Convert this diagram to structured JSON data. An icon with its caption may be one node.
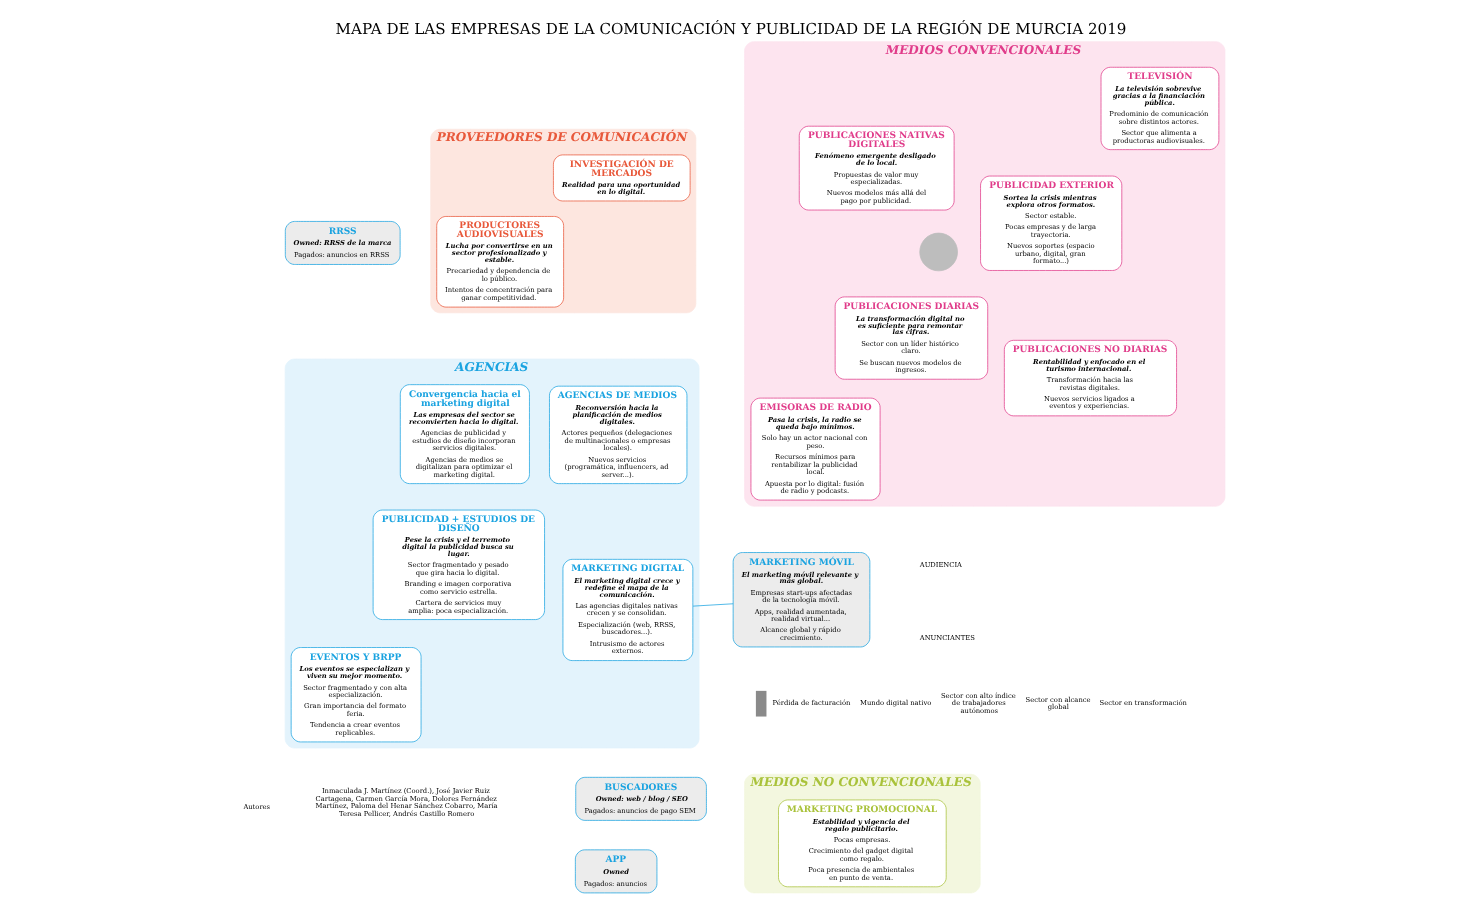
{
  "diagram": {
    "title": "MAPA DE LAS EMPRESAS DE LA COMUNICACIÓN Y PUBLICIDAD DE LA REGIÓN DE MURCIA 2019",
    "nodes": [
      {
        "text": [
          "MEDIOS CONVENCIONALES"
        ]
      },
      {
        "text": [
          "PUBLICACIONES DIARIAS",
          "La transformación digital no es suficiente para remontar las cifras.",
          "Sector con un líder histórico claro.",
          "Se buscan nuevos modelos de ingresos."
        ],
        "in": 0
      },
      {
        "text": [
          "PUBLICIDAD EXTERIOR",
          "Sortea la crisis mientras explora otros formatos.",
          "Sector estable.",
          "Pocas empresas y de larga trayectoria.",
          "Nuevos soportes (espacio urbano, digital, gran formato...)"
        ],
        "in": 0
      },
      {
        "text": [
          "TELEVISIÓN",
          "La televisión sobrevive gracias a la financiación pública.",
          "Predominio de comunicación sobre distintos actores.",
          "Sector que alimenta a productoras audiovisuales."
        ],
        "in": 0
      },
      {
        "text": [],
        "shape": "circle",
        "in": 0
      },
      {
        "text": [
          "EMISORAS DE RADIO",
          "Pasa la crisis, la radio se queda bajo mínimos.",
          "Solo hay un actor nacional con peso.",
          "Recursos mínimos para rentabilizar la publicidad local.",
          "Apuesta por lo digital: fusión de radio y podcasts."
        ],
        "in": 0
      },
      {
        "text": [
          "PUBLICACIONES NO DIARIAS",
          "Rentabilidad y enfocado en el turismo internacional.",
          "Transformación hacia las revistas digitales.",
          "Nuevos servicios ligados a eventos y experiencias."
        ],
        "in": 0
      },
      {
        "text": [
          "PUBLICACIONES NATIVAS DIGITALES",
          "Fenómeno emergente desligado de lo local.",
          "Propuestas de valor muy especializadas.",
          "Nuevos modelos más allá del pago por publicidad."
        ],
        "in": 0
      },
      {
        "text": [
          "PROVEEDORES DE COMUNICACIÓN"
        ]
      },
      {
        "text": [
          "PRODUCTORES AUDIOVISUALES",
          "Lucha por convertirse en un sector profesionalizado y estable.",
          "Precariedad y dependencia de lo público.",
          "Intentos de concentración para ganar competitividad."
        ],
        "in": 8
      },
      {
        "text": [
          "INVESTIGACIÓN DE MERCADOS",
          "Realidad para una oportunidad en lo digital."
        ],
        "in": 8
      },
      {
        "text": [
          "AGENCIAS"
        ]
      },
      {
        "text": [
          "EVENTOS Y BRPP",
          "Los eventos se especializan y viven su mejor momento.",
          "Sector fragmentado y con alta especialización.",
          "Gran importancia del formato feria.",
          "Tendencia a crear eventos replicables."
        ],
        "in": 11
      },
      {
        "text": [
          "Convergencia hacia el marketing digital",
          "Las empresas del sector se reconvierten hacia lo digital.",
          "Agencias de publicidad y estudios de diseño incorporan servicios digitales.",
          "Agencias de medios se digitalizan para optimizar el marketing digital."
        ],
        "in": 11
      },
      {
        "text": [
          "PUBLICIDAD + ESTUDIOS DE DISEÑO",
          "Pese la crisis y el terremoto digital la publicidad busca su lugar.",
          "Sector fragmentado y pesado que gira hacia lo digital.",
          "Branding e imagen corporativa como servicio estrella.",
          "Cartera de servicios muy amplia: poca especialización."
        ],
        "in": 11
      },
      {
        "text": [
          "MARKETING DIGITAL",
          "El marketing digital crece y redefine el mapa de la comunicación.",
          "Las agencias digitales nativas crecen y se consolidan.",
          "Especialización (web, RRSS, buscadores...).",
          "Intrusismo de actores externos."
        ],
        "in": 11
      },
      {
        "text": [
          "AGENCIAS DE MEDIOS",
          "Reconversión hacia la planificación de medios digitales.",
          "Actores pequeños (delegaciones de multinacionales o empresas locales).",
          "Nuevos servicios (programática, influencers, ad server...)."
        ],
        "in": 11
      },
      {
        "text": [
          "MARKETING MÓVIL",
          "El marketing móvil relevante y más global.",
          "Empresas start-ups afectadas de la tecnología móvil.",
          "Apps, realidad aumentada, realidad virtual...",
          "Alcance global y rápido crecimiento."
        ]
      },
      {
        "text": [
          "MEDIOS NO CONVENCIONALES"
        ]
      },
      {
        "text": [
          "MARKETING PROMOCIONAL",
          "Estabilidad y vigencia del regalo publicitario.",
          "Pocas empresas.",
          "Crecimiento del gadget digital como regalo.",
          "Poca presencia de ambientales en punto de venta."
        ],
        "in": 18
      },
      {
        "text": [
          "BUSCADORES",
          "Owned: web / blog / SEO",
          "Pagados: anuncios de pago SEM"
        ]
      },
      {
        "text": [
          "RRSS",
          "Owned: RRSS de la marca",
          "Pagados: anuncios en RRSS"
        ]
      },
      {
        "text": [
          "APP",
          "Owned",
          "Pagados: anuncios"
        ]
      }
    ],
    "edges": [
      {
        "from": 17,
        "to": 15,
        "arrow": "none",
        "color": "#1aa3e0"
      }
    ],
    "labels": [
      "AUDIENCIA",
      "ANUNCIANTES",
      "Autores",
      "Inmaculada J. Martínez (Coord.), José Javier Ruiz Cartagena, Carmen García Mora, Dolores Fernández Martínez, Paloma del Henar Sánchez Cobarro, María Teresa Pellicer, Andrés Castillo Romero"
    ],
    "legend": [
      {
        "text": "Pérdida de facturación",
        "color": "#8a8a8a"
      },
      {
        "text": "Mundo digital nativo"
      },
      {
        "text": "Sector con alto índice de trabajadores autónomos"
      },
      {
        "text": "Sector con alcance global"
      },
      {
        "text": "Sector en transformación"
      }
    ]
  }
}
